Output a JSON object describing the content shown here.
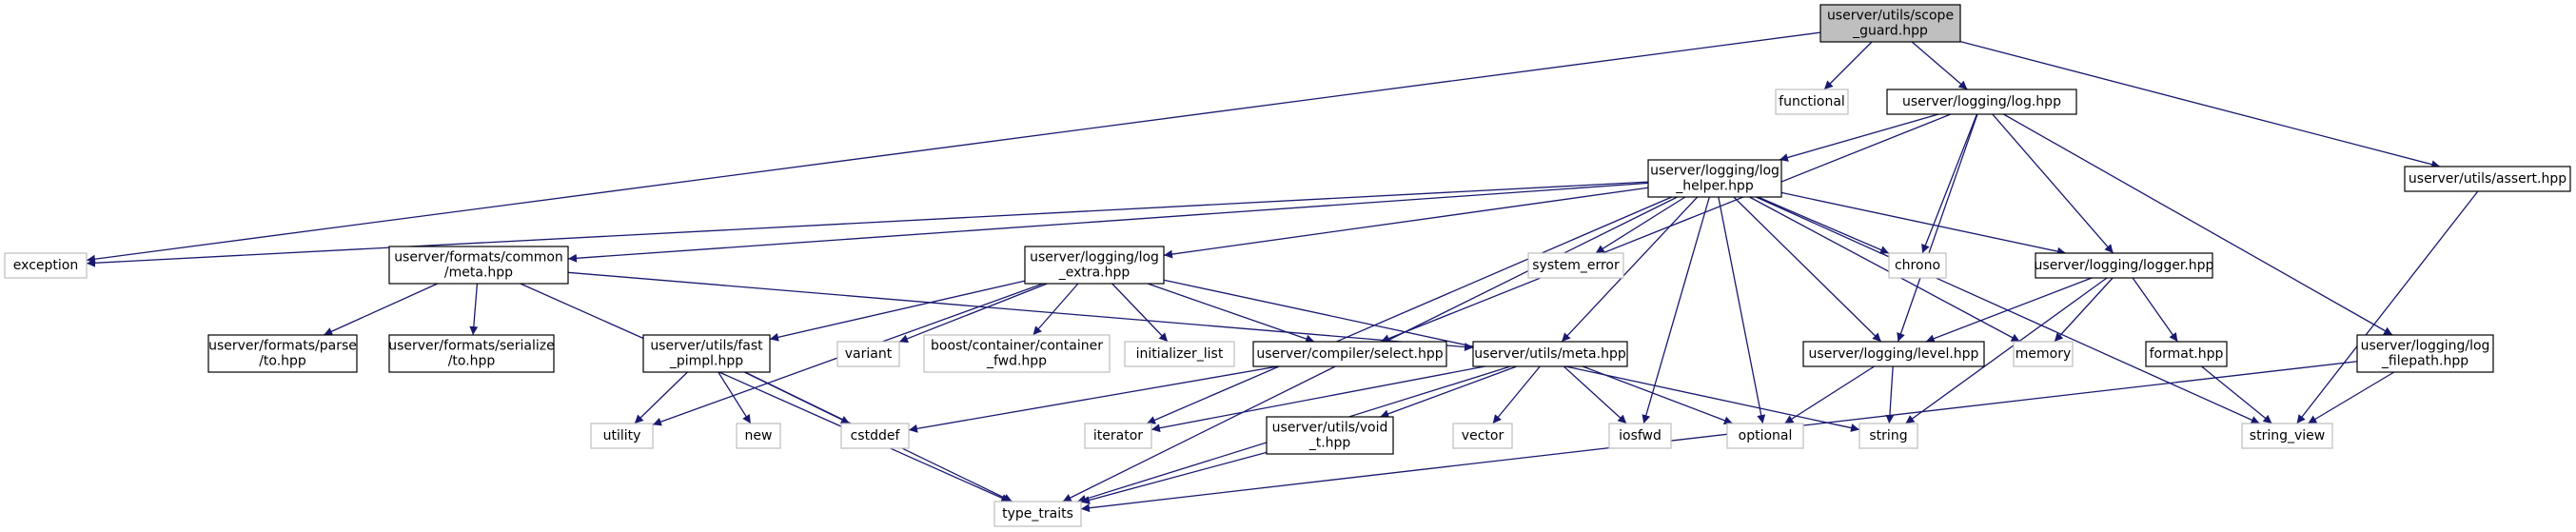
{
  "colors": {
    "edge": "#191970",
    "box_border": "#000000",
    "box_fill": "#ffffff",
    "system_border": "#bfbfbf",
    "root_fill": "#bfbfbf"
  },
  "nodes": {
    "scope_guard": {
      "lines": [
        "userver/utils/scope",
        "_guard.hpp"
      ],
      "kind": "root"
    },
    "functional": {
      "lines": [
        "functional"
      ],
      "kind": "system"
    },
    "log": {
      "lines": [
        "userver/logging/log.hpp"
      ],
      "kind": "header"
    },
    "assert": {
      "lines": [
        "userver/utils/assert.hpp"
      ],
      "kind": "header"
    },
    "log_helper": {
      "lines": [
        "userver/logging/log",
        "_helper.hpp"
      ],
      "kind": "header"
    },
    "exception": {
      "lines": [
        "exception"
      ],
      "kind": "system"
    },
    "formats_meta": {
      "lines": [
        "userver/formats/common",
        "/meta.hpp"
      ],
      "kind": "header"
    },
    "log_extra": {
      "lines": [
        "userver/logging/log",
        "_extra.hpp"
      ],
      "kind": "header"
    },
    "system_error": {
      "lines": [
        "system_error"
      ],
      "kind": "system"
    },
    "chrono": {
      "lines": [
        "chrono"
      ],
      "kind": "system"
    },
    "logger": {
      "lines": [
        "userver/logging/logger.hpp"
      ],
      "kind": "header"
    },
    "parse_to": {
      "lines": [
        "userver/formats/parse",
        "/to.hpp"
      ],
      "kind": "header"
    },
    "serialize_to": {
      "lines": [
        "userver/formats/serialize",
        "/to.hpp"
      ],
      "kind": "header"
    },
    "fast_pimpl": {
      "lines": [
        "userver/utils/fast",
        "_pimpl.hpp"
      ],
      "kind": "header"
    },
    "variant": {
      "lines": [
        "variant"
      ],
      "kind": "system"
    },
    "container_fwd": {
      "lines": [
        "boost/container/container",
        "_fwd.hpp"
      ],
      "kind": "system"
    },
    "initializer_list": {
      "lines": [
        "initializer_list"
      ],
      "kind": "system"
    },
    "compiler_select": {
      "lines": [
        "userver/compiler/select.hpp"
      ],
      "kind": "header"
    },
    "utils_meta": {
      "lines": [
        "userver/utils/meta.hpp"
      ],
      "kind": "header"
    },
    "level": {
      "lines": [
        "userver/logging/level.hpp"
      ],
      "kind": "header"
    },
    "memory": {
      "lines": [
        "memory"
      ],
      "kind": "system"
    },
    "format": {
      "lines": [
        "format.hpp"
      ],
      "kind": "header"
    },
    "log_filepath": {
      "lines": [
        "userver/logging/log",
        "_filepath.hpp"
      ],
      "kind": "header"
    },
    "utility": {
      "lines": [
        "utility"
      ],
      "kind": "system"
    },
    "new": {
      "lines": [
        "new"
      ],
      "kind": "system"
    },
    "cstddef": {
      "lines": [
        "cstddef"
      ],
      "kind": "system"
    },
    "iterator": {
      "lines": [
        "iterator"
      ],
      "kind": "system"
    },
    "void_t": {
      "lines": [
        "userver/utils/void",
        "_t.hpp"
      ],
      "kind": "header"
    },
    "vector": {
      "lines": [
        "vector"
      ],
      "kind": "system"
    },
    "iosfwd": {
      "lines": [
        "iosfwd"
      ],
      "kind": "system"
    },
    "optional": {
      "lines": [
        "optional"
      ],
      "kind": "system"
    },
    "string": {
      "lines": [
        "string"
      ],
      "kind": "system"
    },
    "string_view": {
      "lines": [
        "string_view"
      ],
      "kind": "system"
    },
    "type_traits": {
      "lines": [
        "type_traits"
      ],
      "kind": "system"
    }
  },
  "edges": [
    [
      "scope_guard",
      "functional"
    ],
    [
      "scope_guard",
      "log"
    ],
    [
      "scope_guard",
      "exception"
    ],
    [
      "scope_guard",
      "assert"
    ],
    [
      "log",
      "log_helper"
    ],
    [
      "log",
      "compiler_select"
    ],
    [
      "log",
      "chrono"
    ],
    [
      "log",
      "logger"
    ],
    [
      "log",
      "level"
    ],
    [
      "log",
      "log_filepath"
    ],
    [
      "assert",
      "string_view"
    ],
    [
      "log_helper",
      "exception"
    ],
    [
      "log_helper",
      "formats_meta"
    ],
    [
      "log_helper",
      "log_extra"
    ],
    [
      "log_helper",
      "system_error"
    ],
    [
      "log_helper",
      "chrono"
    ],
    [
      "log_helper",
      "logger"
    ],
    [
      "log_helper",
      "utils_meta"
    ],
    [
      "log_helper",
      "level"
    ],
    [
      "log_helper",
      "memory"
    ],
    [
      "log_helper",
      "iterator"
    ],
    [
      "log_helper",
      "iosfwd"
    ],
    [
      "log_helper",
      "optional"
    ],
    [
      "log_helper",
      "string_view"
    ],
    [
      "log_helper",
      "type_traits"
    ],
    [
      "formats_meta",
      "parse_to"
    ],
    [
      "formats_meta",
      "serialize_to"
    ],
    [
      "formats_meta",
      "utils_meta"
    ],
    [
      "formats_meta",
      "type_traits"
    ],
    [
      "log_extra",
      "fast_pimpl"
    ],
    [
      "log_extra",
      "variant"
    ],
    [
      "log_extra",
      "container_fwd"
    ],
    [
      "log_extra",
      "initializer_list"
    ],
    [
      "log_extra",
      "compiler_select"
    ],
    [
      "log_extra",
      "utility"
    ],
    [
      "log_extra",
      "string"
    ],
    [
      "logger",
      "level"
    ],
    [
      "logger",
      "memory"
    ],
    [
      "logger",
      "format"
    ],
    [
      "logger",
      "string"
    ],
    [
      "fast_pimpl",
      "utility"
    ],
    [
      "fast_pimpl",
      "new"
    ],
    [
      "fast_pimpl",
      "cstddef"
    ],
    [
      "fast_pimpl",
      "type_traits"
    ],
    [
      "compiler_select",
      "cstddef"
    ],
    [
      "utils_meta",
      "iterator"
    ],
    [
      "utils_meta",
      "void_t"
    ],
    [
      "utils_meta",
      "vector"
    ],
    [
      "utils_meta",
      "iosfwd"
    ],
    [
      "utils_meta",
      "optional"
    ],
    [
      "utils_meta",
      "type_traits"
    ],
    [
      "void_t",
      "type_traits"
    ],
    [
      "level",
      "optional"
    ],
    [
      "level",
      "string"
    ],
    [
      "format",
      "string_view"
    ],
    [
      "log_filepath",
      "string_view"
    ],
    [
      "log_filepath",
      "type_traits"
    ]
  ]
}
